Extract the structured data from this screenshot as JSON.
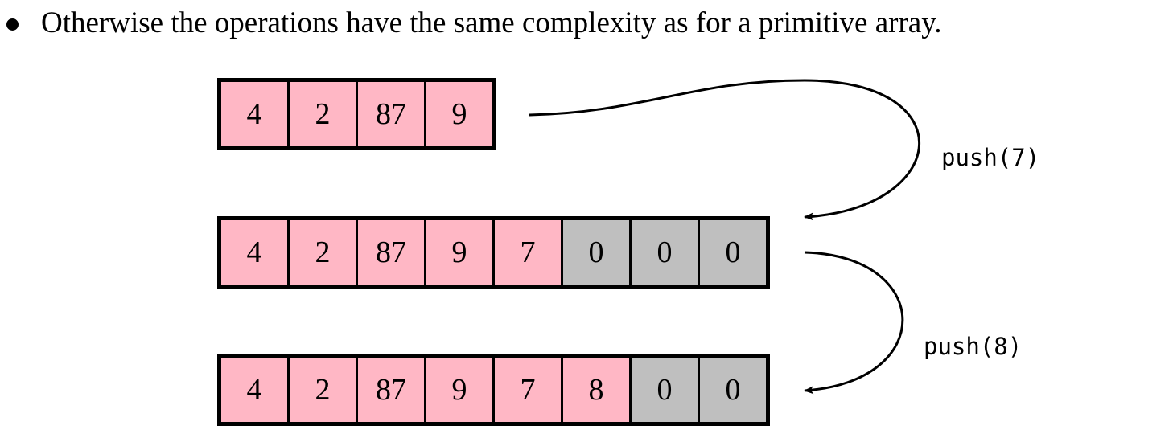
{
  "bullet": {
    "text": "Otherwise the operations have the same complexity as for a primitive array."
  },
  "arrays": [
    {
      "cells": [
        {
          "value": "4",
          "state": "filled"
        },
        {
          "value": "2",
          "state": "filled"
        },
        {
          "value": "87",
          "state": "filled"
        },
        {
          "value": "9",
          "state": "filled"
        }
      ]
    },
    {
      "cells": [
        {
          "value": "4",
          "state": "filled"
        },
        {
          "value": "2",
          "state": "filled"
        },
        {
          "value": "87",
          "state": "filled"
        },
        {
          "value": "9",
          "state": "filled"
        },
        {
          "value": "7",
          "state": "filled"
        },
        {
          "value": "0",
          "state": "empty"
        },
        {
          "value": "0",
          "state": "empty"
        },
        {
          "value": "0",
          "state": "empty"
        }
      ]
    },
    {
      "cells": [
        {
          "value": "4",
          "state": "filled"
        },
        {
          "value": "2",
          "state": "filled"
        },
        {
          "value": "87",
          "state": "filled"
        },
        {
          "value": "9",
          "state": "filled"
        },
        {
          "value": "7",
          "state": "filled"
        },
        {
          "value": "8",
          "state": "filled"
        },
        {
          "value": "0",
          "state": "empty"
        },
        {
          "value": "0",
          "state": "empty"
        }
      ]
    }
  ],
  "operations": [
    {
      "label": "push(7)"
    },
    {
      "label": "push(8)"
    }
  ],
  "colors": {
    "filled": "#ffb7c5",
    "empty": "#bfbfbf",
    "border": "#000000"
  }
}
